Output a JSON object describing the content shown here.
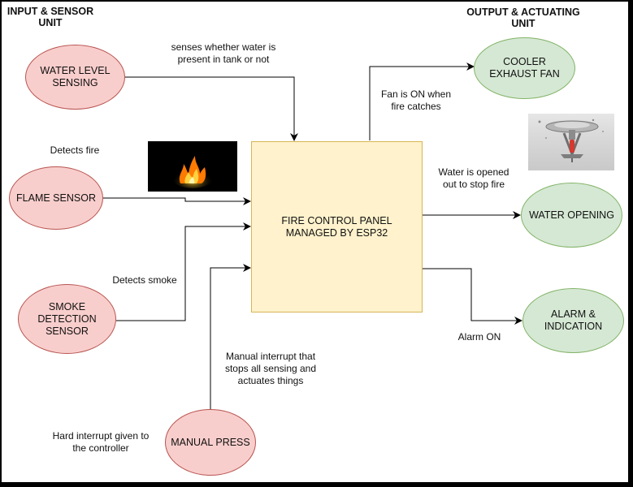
{
  "headings": {
    "input_unit": "INPUT & SENSOR UNIT",
    "output_unit": "OUTPUT & ACTUATING UNIT"
  },
  "nodes": {
    "water_level": "WATER LEVEL SENSING",
    "flame_sensor": "FLAME SENSOR",
    "smoke_sensor": "SMOKE DETECTION SENSOR",
    "manual_press": "MANUAL PRESS",
    "control_panel": "FIRE CONTROL PANEL MANAGED BY ESP32",
    "cooler_exhaust": "COOLER EXHAUST FAN",
    "water_opening": "WATER OPENING",
    "alarm": "ALARM & INDICATION"
  },
  "labels": {
    "water_level_note": "senses whether water is present in tank or not",
    "flame_note": "Detects fire",
    "smoke_note": "Detects smoke",
    "manual_note": "Manual interrupt that stops all sensing and actuates things",
    "hard_interrupt_note": "Hard interrupt given to the controller",
    "fan_note": "Fan is ON when fire catches",
    "water_note": "Water is opened out to stop fire",
    "alarm_note": "Alarm ON"
  },
  "colors": {
    "input_fill": "#f8cecc",
    "output_fill": "#d5e8d4",
    "panel_fill": "#fff2cc"
  }
}
